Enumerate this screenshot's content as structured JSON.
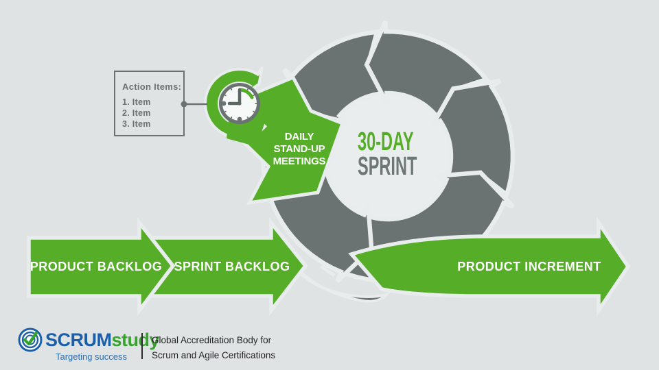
{
  "diagram": {
    "action_items": {
      "title": "Action Items:",
      "items": [
        "1. Item",
        "2. Item",
        "3. Item"
      ]
    },
    "daily_meeting": {
      "lines": [
        "DAILY",
        "STAND-UP",
        "MEETINGS"
      ]
    },
    "sprint_center": {
      "line1": "30-DAY",
      "line2": "SPRINT"
    },
    "arrows": {
      "product_backlog": "PRODUCT BACKLOG",
      "sprint_backlog": "SPRINT BACKLOG",
      "product_increment": "PRODUCT INCREMENT"
    }
  },
  "footer": {
    "brand": {
      "scrum": "SCRUM",
      "study": "study",
      "tagline": "Targeting success"
    },
    "description": {
      "line1": "Global Accreditation Body for",
      "line2": "Scrum and Agile Certifications"
    }
  },
  "colors": {
    "background": "#dfe3e3",
    "center_disc": "#e9eded",
    "diagram_gray": "#6b7372",
    "diagram_green": "#55ad28",
    "outline_gap": "#e8ecec",
    "label_white": "#ffffff",
    "brand_blue": "#1b5faa",
    "brand_green": "#35a42a",
    "footer_text": "#1f2023"
  }
}
